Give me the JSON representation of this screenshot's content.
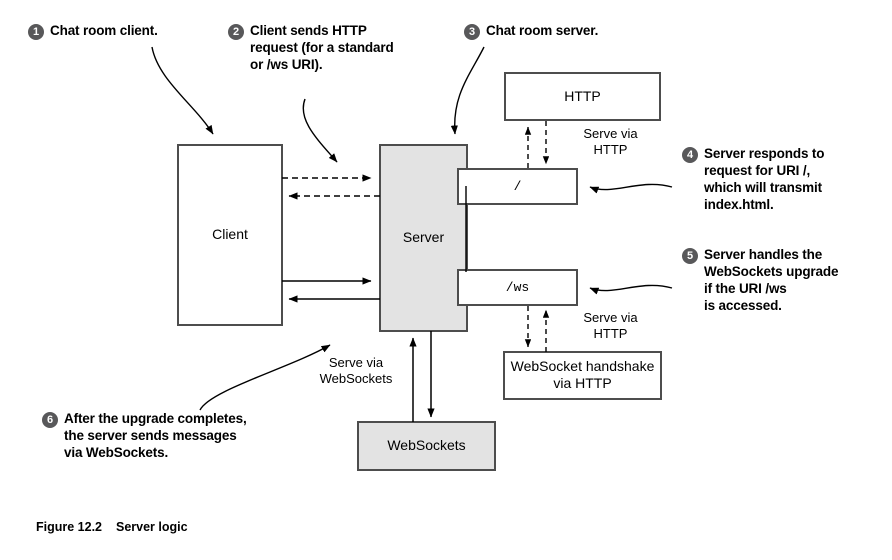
{
  "figure": {
    "caption_number": "Figure 12.2",
    "caption_title": "Server logic"
  },
  "nodes": {
    "client": {
      "label": "Client",
      "fill": "#ffffff"
    },
    "server": {
      "label": "Server",
      "fill": "#e3e3e3"
    },
    "http": {
      "label": "HTTP",
      "fill": "#ffffff"
    },
    "uri_root": {
      "label": "/",
      "fill": "#ffffff"
    },
    "uri_ws": {
      "label": "/ws",
      "fill": "#ffffff"
    },
    "ws_handshake": {
      "label": "WebSocket\nhandshake via HTTP",
      "fill": "#ffffff"
    },
    "websockets": {
      "label": "WebSockets",
      "fill": "#e3e3e3"
    }
  },
  "edge_labels": {
    "serve_via_http_top": "Serve via\nHTTP",
    "serve_via_http_bottom": "Serve via\nHTTP",
    "serve_via_websockets": "Serve via\nWebSockets"
  },
  "callouts": [
    {
      "number": "1",
      "text": "Chat room client."
    },
    {
      "number": "2",
      "text": "Client sends HTTP\nrequest (for a standard\nor /ws URI)."
    },
    {
      "number": "3",
      "text": "Chat room server."
    },
    {
      "number": "4",
      "text": "Server responds to\nrequest for URI /,\nwhich will transmit\nindex.html."
    },
    {
      "number": "5",
      "text": "Server handles the\nWebSockets upgrade\nif the URI /ws\nis accessed."
    },
    {
      "number": "6",
      "text": "After the upgrade completes,\nthe server sends messages\nvia WebSockets."
    }
  ],
  "colors": {
    "stroke": "#4d4d4d",
    "text": "#000000",
    "badge": "#58585a",
    "shaded_fill": "#e3e3e3",
    "plain_fill": "#ffffff"
  }
}
